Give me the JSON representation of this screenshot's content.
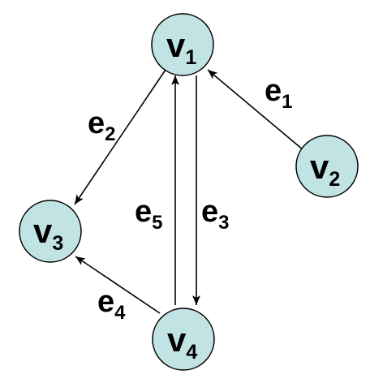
{
  "style": {
    "node_fill": "#c2e3e3",
    "stroke": "#000000"
  },
  "nodes": [
    {
      "id": "v1",
      "letter": "v",
      "sub": "1"
    },
    {
      "id": "v2",
      "letter": "v",
      "sub": "2"
    },
    {
      "id": "v3",
      "letter": "v",
      "sub": "3"
    },
    {
      "id": "v4",
      "letter": "v",
      "sub": "4"
    }
  ],
  "edges": [
    {
      "id": "e1",
      "letter": "e",
      "sub": "1",
      "from": "v2",
      "to": "v1"
    },
    {
      "id": "e2",
      "letter": "e",
      "sub": "2",
      "from": "v1",
      "to": "v3"
    },
    {
      "id": "e3",
      "letter": "e",
      "sub": "3",
      "from": "v1",
      "to": "v4"
    },
    {
      "id": "e4",
      "letter": "e",
      "sub": "4",
      "from": "v4",
      "to": "v3"
    },
    {
      "id": "e5",
      "letter": "e",
      "sub": "5",
      "from": "v4",
      "to": "v1"
    }
  ]
}
